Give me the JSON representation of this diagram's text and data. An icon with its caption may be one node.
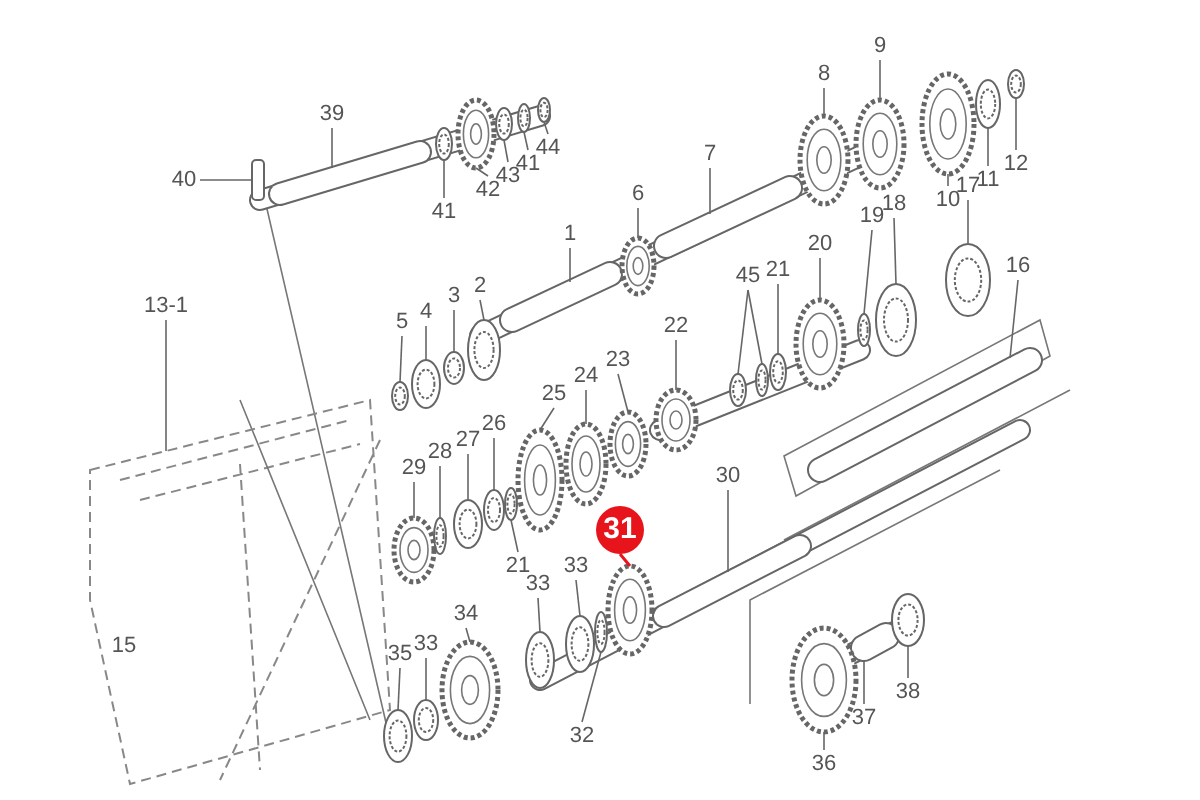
{
  "diagram": {
    "nodes": [
      {
        "text": [
          "39"
        ]
      },
      {
        "text": [
          "40"
        ]
      },
      {
        "text": [
          "41"
        ]
      },
      {
        "text": [
          "42"
        ]
      },
      {
        "text": [
          "43"
        ]
      },
      {
        "text": [
          "41"
        ]
      },
      {
        "text": [
          "44"
        ]
      },
      {
        "text": [
          "8"
        ]
      },
      {
        "text": [
          "9"
        ]
      },
      {
        "text": [
          "7"
        ]
      },
      {
        "text": [
          "6"
        ]
      },
      {
        "text": [
          "12"
        ]
      },
      {
        "text": [
          "1"
        ]
      },
      {
        "text": [
          "11"
        ]
      },
      {
        "text": [
          "17"
        ]
      },
      {
        "text": [
          "10"
        ]
      },
      {
        "text": [
          "18"
        ]
      },
      {
        "text": [
          "19"
        ]
      },
      {
        "text": [
          "2"
        ]
      },
      {
        "text": [
          "3"
        ]
      },
      {
        "text": [
          "4"
        ]
      },
      {
        "text": [
          "5"
        ]
      },
      {
        "text": [
          "13-1"
        ]
      },
      {
        "text": [
          "20"
        ]
      },
      {
        "text": [
          "21"
        ]
      },
      {
        "text": [
          "45"
        ]
      },
      {
        "text": [
          "16"
        ]
      },
      {
        "text": [
          "22"
        ]
      },
      {
        "text": [
          "23"
        ]
      },
      {
        "text": [
          "24"
        ]
      },
      {
        "text": [
          "25"
        ]
      },
      {
        "text": [
          "26"
        ]
      },
      {
        "text": [
          "27"
        ]
      },
      {
        "text": [
          "28"
        ]
      },
      {
        "text": [
          "29"
        ]
      },
      {
        "text": [
          "30"
        ]
      },
      {
        "text": [
          "31"
        ]
      },
      {
        "text": [
          "21"
        ]
      },
      {
        "text": [
          "33"
        ]
      },
      {
        "text": [
          "33"
        ]
      },
      {
        "text": [
          "34"
        ]
      },
      {
        "text": [
          "35"
        ]
      },
      {
        "text": [
          "33"
        ]
      },
      {
        "text": [
          "32"
        ]
      },
      {
        "text": [
          "37"
        ]
      },
      {
        "text": [
          "38"
        ]
      },
      {
        "text": [
          "36"
        ]
      },
      {
        "text": [],
        "shape": "shaft"
      },
      {
        "text": [],
        "shape": "pin"
      },
      {
        "text": [],
        "shape": "ring"
      },
      {
        "text": [],
        "shape": "gear"
      },
      {
        "text": [],
        "shape": "ring"
      },
      {
        "text": [],
        "shape": "ring"
      },
      {
        "text": [],
        "shape": "ring"
      },
      {
        "text": [],
        "shape": "gear"
      },
      {
        "text": [],
        "shape": "gear"
      },
      {
        "text": [],
        "shape": "shaft"
      },
      {
        "text": [],
        "shape": "gear"
      },
      {
        "text": [],
        "shape": "ring"
      },
      {
        "text": [],
        "shape": "shaft"
      },
      {
        "text": [],
        "shape": "ring"
      },
      {
        "text": [],
        "shape": "ring"
      },
      {
        "text": [],
        "shape": "gear"
      },
      {
        "text": [],
        "shape": "ring"
      },
      {
        "text": [],
        "shape": "ring"
      },
      {
        "text": [],
        "shape": "ring"
      },
      {
        "text": [],
        "shape": "ring"
      },
      {
        "text": [],
        "shape": "ring"
      },
      {
        "text": [],
        "shape": "ring"
      },
      {
        "text": [],
        "shape": "box"
      },
      {
        "text": [],
        "shape": "gear"
      },
      {
        "text": [],
        "shape": "ring"
      },
      {
        "text": [],
        "shape": "ring"
      },
      {
        "text": [],
        "shape": "ring"
      },
      {
        "text": [],
        "shape": "shaft"
      },
      {
        "text": [],
        "shape": "gear"
      },
      {
        "text": [],
        "shape": "gear"
      },
      {
        "text": [],
        "shape": "gear"
      },
      {
        "text": [],
        "shape": "gear"
      },
      {
        "text": [],
        "shape": "ring"
      },
      {
        "text": [],
        "shape": "ring"
      },
      {
        "text": [],
        "shape": "ring"
      },
      {
        "text": [],
        "shape": "gear"
      },
      {
        "text": [],
        "shape": "shaft"
      },
      {
        "text": [],
        "shape": "gear"
      },
      {
        "text": [],
        "shape": "ring"
      },
      {
        "text": [],
        "shape": "ring"
      },
      {
        "text": [],
        "shape": "ring"
      },
      {
        "text": [],
        "shape": "gear"
      },
      {
        "text": [],
        "shape": "ring"
      },
      {
        "text": [],
        "shape": "ring"
      },
      {
        "text": [],
        "shape": "ring"
      },
      {
        "text": [],
        "shape": "shaft"
      },
      {
        "text": [],
        "shape": "ring"
      },
      {
        "text": [],
        "shape": "gear"
      }
    ],
    "edges": [
      {
        "from": 0,
        "to": 47,
        "arrow": "none"
      },
      {
        "from": 1,
        "to": 48,
        "arrow": "none"
      },
      {
        "from": 2,
        "to": 49,
        "arrow": "none"
      },
      {
        "from": 3,
        "to": 50,
        "arrow": "none"
      },
      {
        "from": 4,
        "to": 51,
        "arrow": "none"
      },
      {
        "from": 5,
        "to": 52,
        "arrow": "none"
      },
      {
        "from": 6,
        "to": 53,
        "arrow": "none"
      },
      {
        "from": 7,
        "to": 54,
        "arrow": "none"
      },
      {
        "from": 8,
        "to": 55,
        "arrow": "none"
      },
      {
        "from": 9,
        "to": 56,
        "arrow": "none"
      },
      {
        "from": 10,
        "to": 57,
        "arrow": "none"
      },
      {
        "from": 11,
        "to": 58,
        "arrow": "none"
      },
      {
        "from": 12,
        "to": 59,
        "arrow": "none"
      },
      {
        "from": 13,
        "to": 60,
        "arrow": "none"
      },
      {
        "from": 14,
        "to": 61,
        "arrow": "none"
      },
      {
        "from": 15,
        "to": 62,
        "arrow": "none"
      },
      {
        "from": 16,
        "to": 63,
        "arrow": "none"
      },
      {
        "from": 17,
        "to": 64,
        "arrow": "none"
      },
      {
        "from": 18,
        "to": 65,
        "arrow": "none"
      },
      {
        "from": 19,
        "to": 66,
        "arrow": "none"
      },
      {
        "from": 20,
        "to": 67,
        "arrow": "none"
      },
      {
        "from": 21,
        "to": 68,
        "arrow": "none"
      },
      {
        "from": 22,
        "to": 69,
        "arrow": "none"
      },
      {
        "from": 23,
        "to": 70,
        "arrow": "none"
      },
      {
        "from": 24,
        "to": 71,
        "arrow": "none"
      },
      {
        "from": 25,
        "to": 72,
        "arrow": "none"
      },
      {
        "from": 25,
        "to": 73,
        "arrow": "none"
      },
      {
        "from": 26,
        "to": 74,
        "arrow": "none"
      },
      {
        "from": 27,
        "to": 75,
        "arrow": "none"
      },
      {
        "from": 28,
        "to": 76,
        "arrow": "none"
      },
      {
        "from": 29,
        "to": 77,
        "arrow": "none"
      },
      {
        "from": 30,
        "to": 78,
        "arrow": "none"
      },
      {
        "from": 31,
        "to": 79,
        "arrow": "none"
      },
      {
        "from": 32,
        "to": 80,
        "arrow": "none"
      },
      {
        "from": 33,
        "to": 81,
        "arrow": "none"
      },
      {
        "from": 34,
        "to": 82,
        "arrow": "none"
      },
      {
        "from": 35,
        "to": 83,
        "arrow": "none"
      },
      {
        "from": 36,
        "to": 84,
        "arrow": "none",
        "color": "#e8141b"
      },
      {
        "from": 37,
        "to": 85,
        "arrow": "none"
      },
      {
        "from": 38,
        "to": 86,
        "arrow": "none"
      },
      {
        "from": 39,
        "to": 87,
        "arrow": "none"
      },
      {
        "from": 40,
        "to": 88,
        "arrow": "none"
      },
      {
        "from": 41,
        "to": 89,
        "arrow": "none"
      },
      {
        "from": 42,
        "to": 90,
        "arrow": "none"
      },
      {
        "from": 43,
        "to": 91,
        "arrow": "none"
      },
      {
        "from": 44,
        "to": 92,
        "arrow": "none"
      },
      {
        "from": 45,
        "to": 93,
        "arrow": "none"
      },
      {
        "from": 46,
        "to": 94,
        "arrow": "none"
      }
    ],
    "labels": [
      "15"
    ]
  }
}
